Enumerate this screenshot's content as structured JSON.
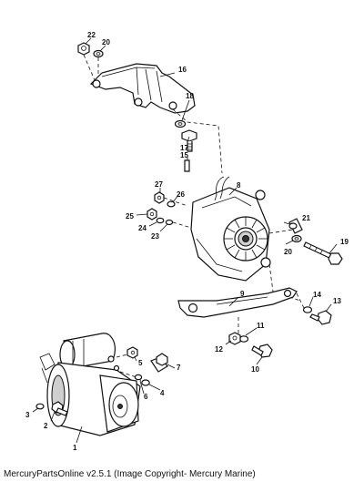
{
  "caption": "MercuryPartsOnline v2.5.1 (Image Copyright- Mercury Marine)",
  "callouts": {
    "c1": "1",
    "c2": "2",
    "c3": "3",
    "c4": "4",
    "c5": "5",
    "c6": "6",
    "c7": "7",
    "c8": "8",
    "c9": "9",
    "c10": "10",
    "c11": "11",
    "c12": "12",
    "c13": "13",
    "c14": "14",
    "c15": "15",
    "c16": "16",
    "c17": "17",
    "c18": "18",
    "c19": "19",
    "c20a": "20",
    "c20b": "20",
    "c21": "21",
    "c22": "22",
    "c23": "23",
    "c24": "24",
    "c25": "25",
    "c26": "26",
    "c27": "27"
  }
}
